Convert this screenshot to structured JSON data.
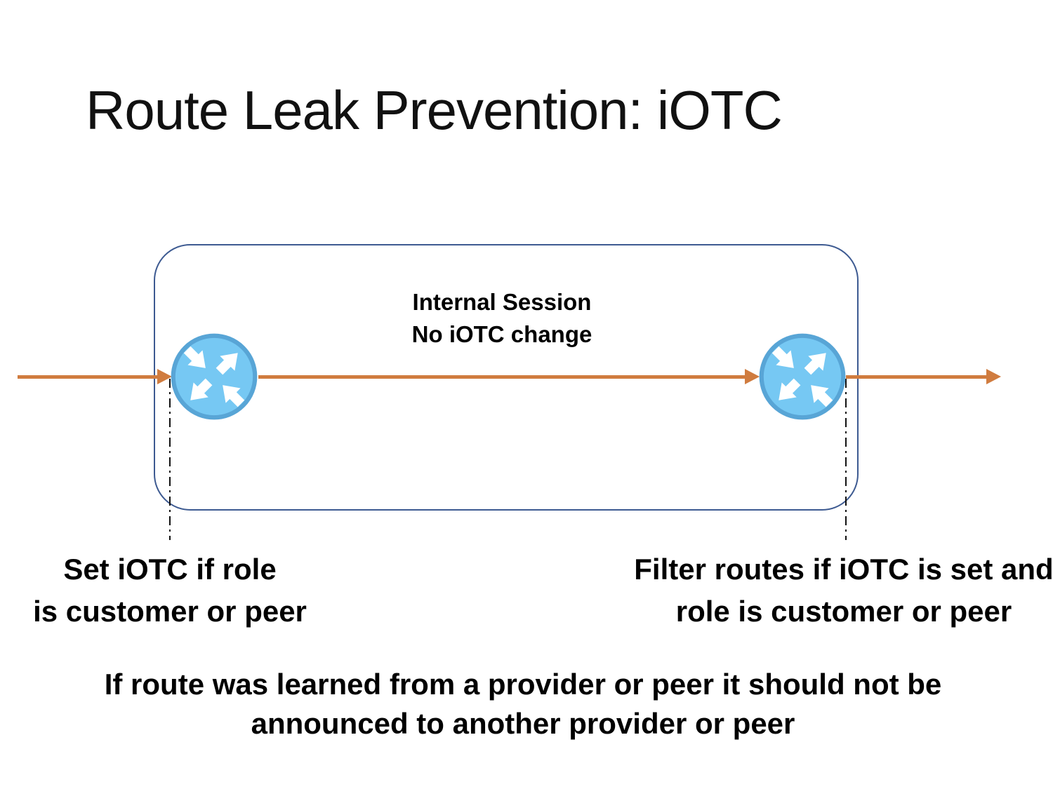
{
  "title": "Route Leak Prevention: iOTC",
  "box": {
    "label_line1": "Internal Session",
    "label_line2": "No iOTC change"
  },
  "annotations": {
    "left_line1": "Set iOTC if role",
    "left_line2": "is customer or peer",
    "right_line1": "Filter routes if iOTC is set and",
    "right_line2": "role is customer or peer"
  },
  "footnote": {
    "line1": "If route was learned from a provider or peer it should not be",
    "line2": "announced to another provider or peer"
  },
  "icons": {
    "router": "cisco-router-icon"
  },
  "colors": {
    "arrow_orange": "#D07C3F",
    "box_border_blue": "#3D5A91",
    "router_fill_blue": "#76C8F3",
    "router_rim_blue": "#58A5D6",
    "dashdot_black": "#111111",
    "text_black": "#000000"
  }
}
